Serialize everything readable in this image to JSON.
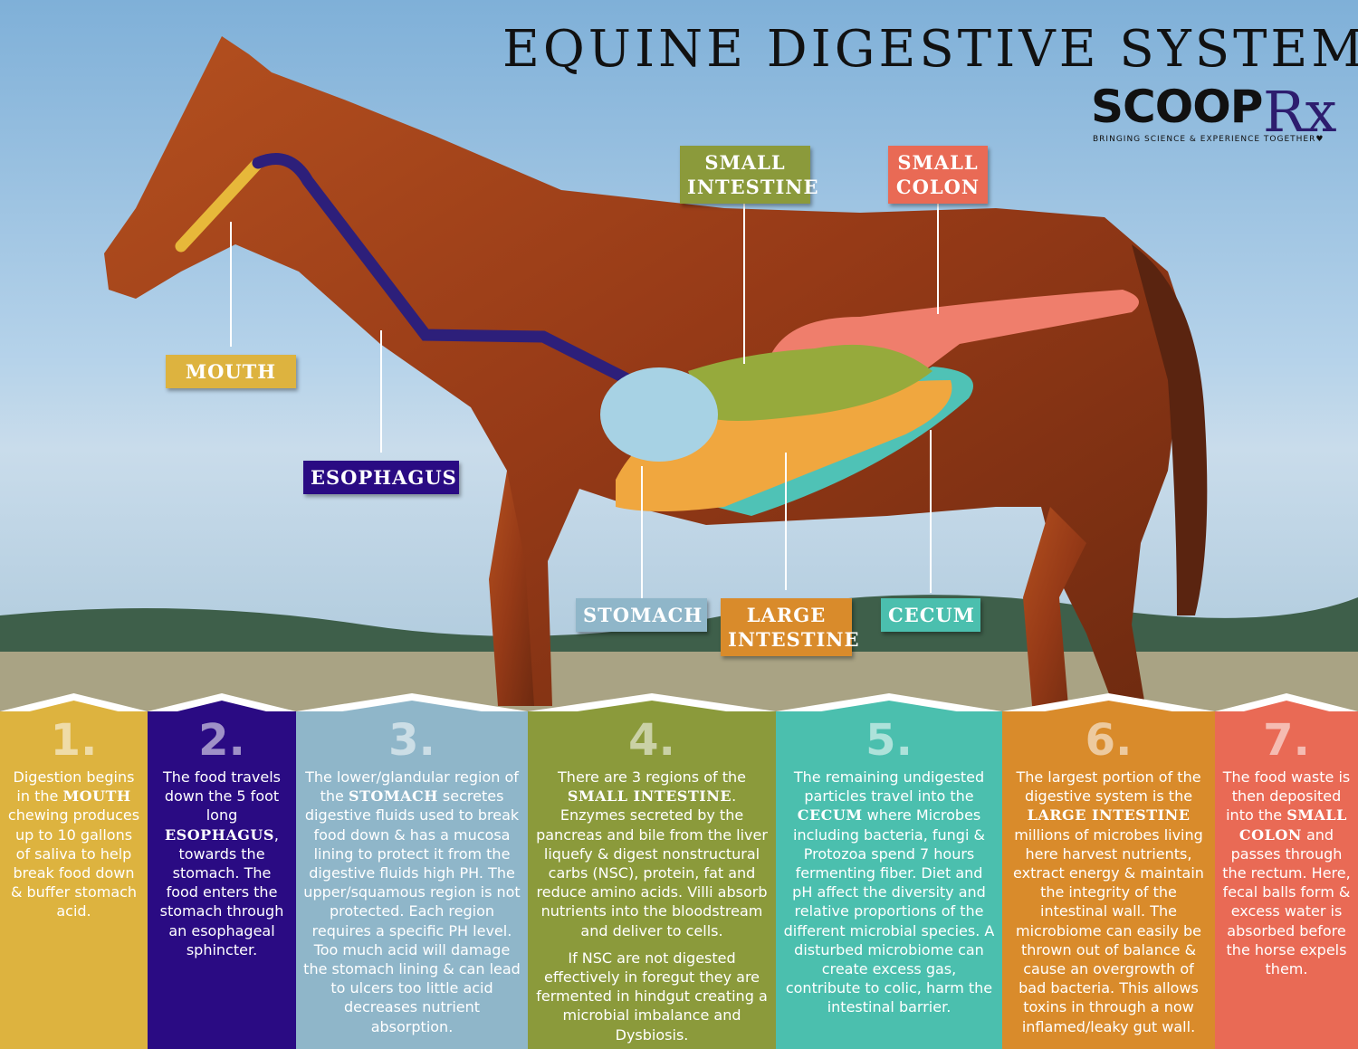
{
  "title": "EQUINE DIGESTIVE SYSTEM",
  "logo": {
    "word": "SCOOP",
    "rx": "Rx",
    "tagline": "BRINGING SCIENCE & EXPERIENCE TOGETHER♥"
  },
  "colors": {
    "mouth": "#ddb33f",
    "esophagus": "#2a0b83",
    "stomach": "#8fb6c9",
    "small_intestine": "#8b9a3b",
    "cecum": "#4bbfae",
    "large_intestine": "#d98b2b",
    "small_colon": "#e96a55"
  },
  "labels": {
    "small_intestine": "SMALL INTESTINE",
    "small_colon": "SMALL COLON",
    "mouth": "MOUTH",
    "esophagus": "ESOPHAGUS",
    "stomach": "STOMACH",
    "large_intestine": "LARGE INTESTINE",
    "cecum": "CECUM"
  },
  "steps": [
    {
      "num": "1.",
      "paras": [
        [
          {
            "t": "Digestion begins in the "
          },
          {
            "t": "MOUTH",
            "b": true
          },
          {
            "t": " chewing produces up to 10 gallons of saliva to help break food down & buffer stomach acid."
          }
        ]
      ]
    },
    {
      "num": "2.",
      "paras": [
        [
          {
            "t": "The food travels down the 5 foot long "
          },
          {
            "t": "ESOPHAGUS",
            "b": true
          },
          {
            "t": ", towards the stomach. The food enters the stomach through an esophageal sphincter."
          }
        ]
      ]
    },
    {
      "num": "3.",
      "paras": [
        [
          {
            "t": "The lower/glandular region of the "
          },
          {
            "t": "STOMACH",
            "b": true
          },
          {
            "t": " secretes digestive fluids used to break food down & has a mucosa lining to protect it from the digestive fluids high PH. The upper/squamous region is not protected. Each region requires a specific PH level. Too much acid will damage the stomach lining & can lead to ulcers too little acid decreases nutrient absorption."
          }
        ]
      ]
    },
    {
      "num": "4.",
      "paras": [
        [
          {
            "t": "There are 3 regions of the "
          },
          {
            "t": "SMALL INTESTINE",
            "b": true
          },
          {
            "t": ". Enzymes secreted by the pancreas and bile from the liver liquefy & digest nonstructural carbs (NSC), protein, fat and reduce amino acids. Villi absorb nutrients into the bloodstream and deliver to cells."
          }
        ],
        [
          {
            "t": "If NSC are not digested effectively in foregut they are fermented in hindgut creating a microbial imbalance and Dysbiosis."
          }
        ]
      ]
    },
    {
      "num": "5.",
      "paras": [
        [
          {
            "t": "The remaining undigested particles travel into the "
          },
          {
            "t": "CECUM",
            "b": true
          },
          {
            "t": " where Microbes including bacteria, fungi & Protozoa spend 7 hours fermenting fiber. Diet and pH affect the diversity and relative proportions of the different microbial species. A disturbed microbiome can create excess gas, contribute to colic, harm the intestinal barrier."
          }
        ]
      ]
    },
    {
      "num": "6.",
      "paras": [
        [
          {
            "t": "The largest portion of the digestive system is the "
          },
          {
            "t": "LARGE INTESTINE",
            "b": true
          },
          {
            "t": " millions of microbes living here harvest nutrients, extract energy & maintain the integrity of the intestinal wall. The microbiome can easily be thrown out of balance & cause an overgrowth of bad bacteria. This allows toxins in through a now inflamed/leaky gut wall."
          }
        ]
      ]
    },
    {
      "num": "7.",
      "paras": [
        [
          {
            "t": "The food waste is then deposited into the "
          },
          {
            "t": "SMALL COLON",
            "b": true
          },
          {
            "t": " and passes through the rectum. Here, fecal balls form & excess water is absorbed before the horse expels them."
          }
        ]
      ]
    }
  ]
}
